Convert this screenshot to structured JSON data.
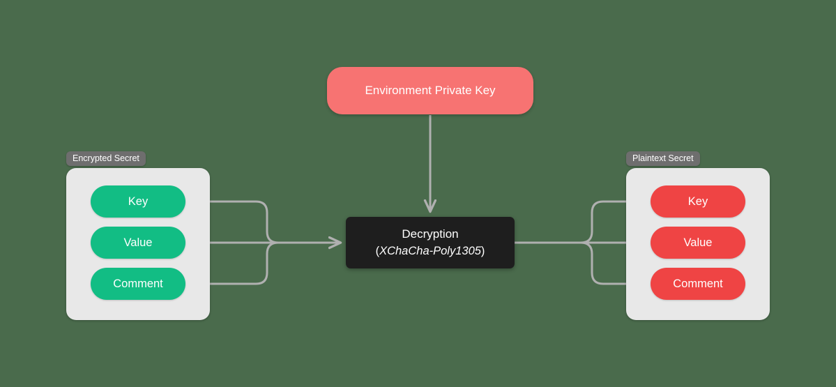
{
  "background_color": "#4a6b4c",
  "diagram": {
    "type": "flow-diagram",
    "title_text": null,
    "nodes": {
      "private_key": {
        "label": "Environment Private Key",
        "color": "#f77372",
        "text_color": "#ffffff"
      },
      "decryption": {
        "line1": "Decryption",
        "line2_open_paren": "(",
        "line2_algorithm": "XChaCha-Poly1305",
        "line2_close_paren": ")",
        "color": "#1e1e1e",
        "text_color": "#ffffff"
      }
    },
    "groups": [
      {
        "id": "encrypted-secret",
        "label": "Encrypted Secret",
        "label_badge_color": "#6e6e6e",
        "container_color": "#e8e8e8",
        "pill_color": "#12bd84",
        "fields": [
          {
            "label": "Key"
          },
          {
            "label": "Value"
          },
          {
            "label": "Comment"
          }
        ]
      },
      {
        "id": "plaintext-secret",
        "label": "Plaintext Secret",
        "label_badge_color": "#6e6e6e",
        "container_color": "#e8e8e8",
        "pill_color": "#ef4444",
        "fields": [
          {
            "label": "Key"
          },
          {
            "label": "Value"
          },
          {
            "label": "Comment"
          }
        ]
      }
    ],
    "connectors": {
      "stroke_color": "#b0b0b0",
      "stroke_width": 3,
      "edges": [
        {
          "from": "encrypted-secret.Key",
          "to": "decryption",
          "arrow": true
        },
        {
          "from": "encrypted-secret.Value",
          "to": "decryption",
          "arrow": true
        },
        {
          "from": "encrypted-secret.Comment",
          "to": "decryption",
          "arrow": true
        },
        {
          "from": "private_key",
          "to": "decryption",
          "arrow": true
        },
        {
          "from": "decryption",
          "to": "plaintext-secret.Key",
          "arrow": true
        },
        {
          "from": "decryption",
          "to": "plaintext-secret.Value",
          "arrow": true
        },
        {
          "from": "decryption",
          "to": "plaintext-secret.Comment",
          "arrow": true
        }
      ]
    }
  }
}
